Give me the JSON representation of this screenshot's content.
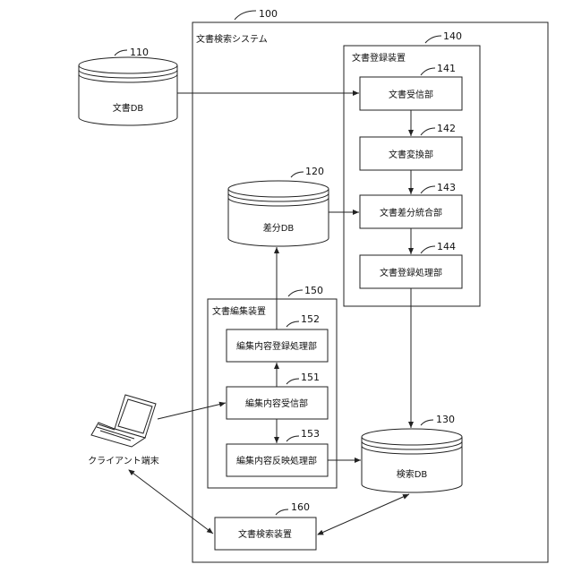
{
  "system": {
    "ref": "100",
    "label": "文書検索システム"
  },
  "registration": {
    "ref": "140",
    "label": "文書登録装置",
    "units": [
      {
        "ref": "141",
        "label": "文書受信部"
      },
      {
        "ref": "142",
        "label": "文書変換部"
      },
      {
        "ref": "143",
        "label": "文書差分統合部"
      },
      {
        "ref": "144",
        "label": "文書登録処理部"
      }
    ]
  },
  "editor": {
    "ref": "150",
    "label": "文書編集装置",
    "units": [
      {
        "ref": "152",
        "label": "編集内容登録処理部"
      },
      {
        "ref": "151",
        "label": "編集内容受信部"
      },
      {
        "ref": "153",
        "label": "編集内容反映処理部"
      }
    ]
  },
  "databases": {
    "doc": {
      "ref": "110",
      "label": "文書DB"
    },
    "diff": {
      "ref": "120",
      "label": "差分DB"
    },
    "search": {
      "ref": "130",
      "label": "検索DB"
    }
  },
  "search_device": {
    "ref": "160",
    "label": "文書検索装置"
  },
  "client": {
    "label": "クライアント端末"
  }
}
